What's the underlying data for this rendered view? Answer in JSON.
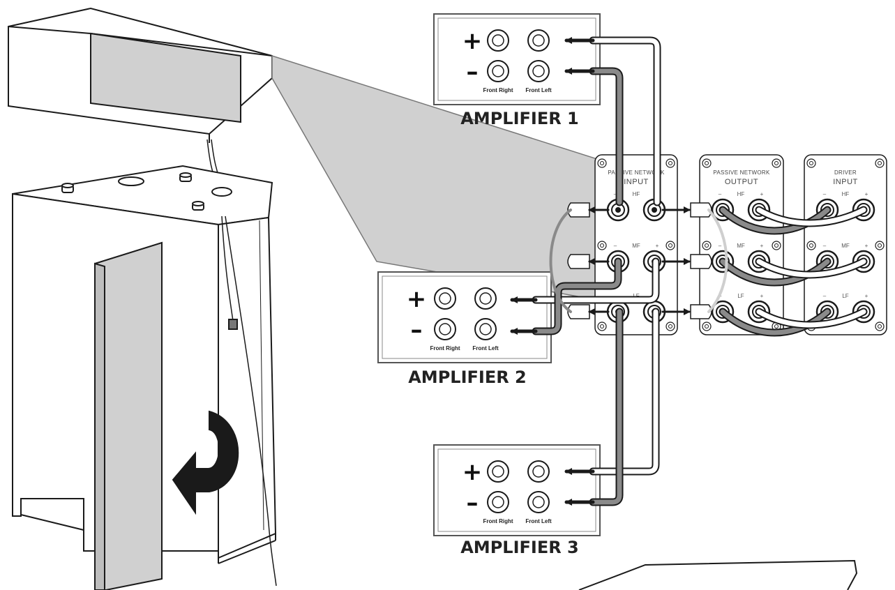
{
  "amplifiers": [
    {
      "title": "AMPLIFIER 1",
      "plus": "+",
      "minus": "–",
      "right_label": "Front Right",
      "left_label": "Front Left"
    },
    {
      "title": "AMPLIFIER 2",
      "plus": "+",
      "minus": "–",
      "right_label": "Front Right",
      "left_label": "Front Left"
    },
    {
      "title": "AMPLIFIER 3",
      "plus": "+",
      "minus": "–",
      "right_label": "Front Right",
      "left_label": "Front Left"
    }
  ],
  "panels": {
    "network_input": {
      "line1": "PASSIVE NETWORK",
      "line2": "INPUT"
    },
    "network_output": {
      "line1": "PASSIVE NETWORK",
      "line2": "OUTPUT"
    },
    "driver_input": {
      "line1": "DRIVER",
      "line2": "INPUT"
    }
  },
  "bands": {
    "hf": "HF",
    "mf": "MF",
    "lf": "LF",
    "neg": "–",
    "pos": "+"
  },
  "colors": {
    "line": "#1a1a1a",
    "panel_gray": "#d0d0d0",
    "cable_gray": "#8a8a8a",
    "arrow": "#1a1a1a"
  }
}
